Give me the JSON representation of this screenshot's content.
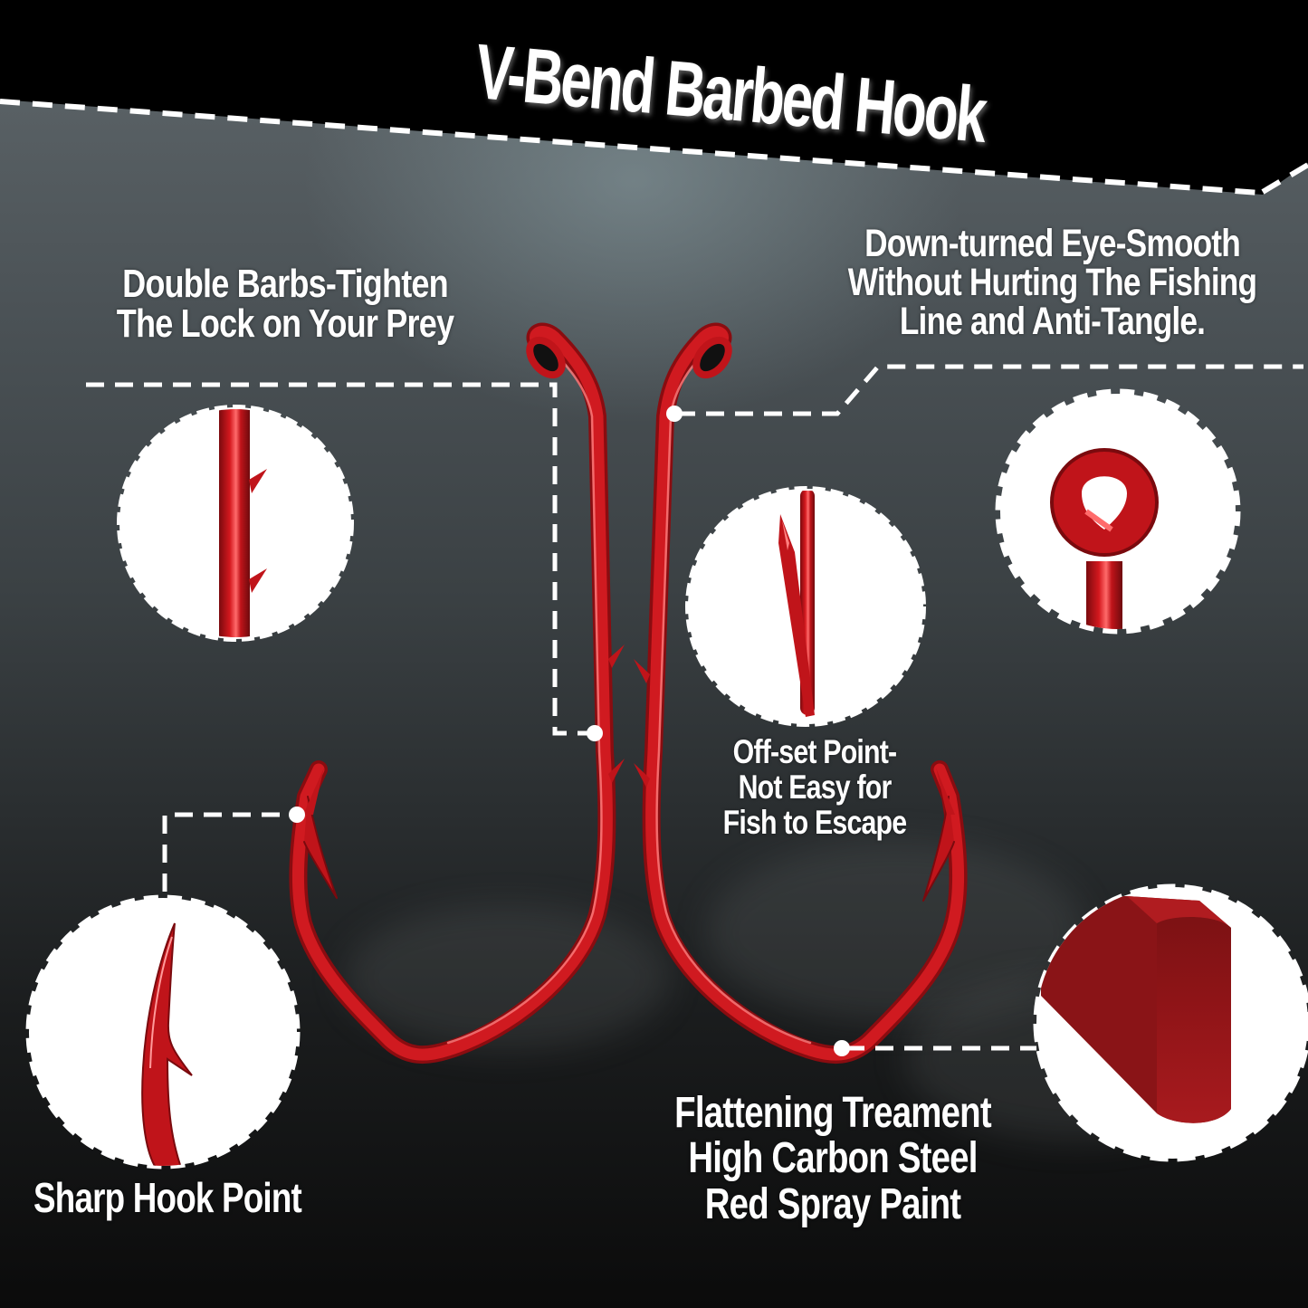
{
  "title": "V-Bend Barbed Hook",
  "callouts": {
    "double_barbs": {
      "line1": "Double Barbs-Tighten",
      "line2": "The Lock on Your Prey"
    },
    "down_turned_eye": {
      "line1": "Down-turned Eye-Smooth",
      "line2": "Without Hurting The Fishing",
      "line3": "Line and Anti-Tangle."
    },
    "offset_point": {
      "line1": "Off-set Point-",
      "line2": "Not Easy for",
      "line3": "Fish to Escape"
    },
    "sharp_point": {
      "line1": "Sharp Hook Point"
    },
    "flattening": {
      "line1": "Flattening Treament",
      "line2": "High Carbon Steel",
      "line3": "Red Spray Paint"
    }
  },
  "insets": [
    {
      "name": "double-barbs-detail",
      "depicts": "hook shank with two barbs"
    },
    {
      "name": "offset-point-detail",
      "depicts": "offset hook point"
    },
    {
      "name": "eye-detail",
      "depicts": "down-turned hook eye"
    },
    {
      "name": "sharp-point-detail",
      "depicts": "sharp barbed hook point"
    },
    {
      "name": "flattening-detail",
      "depicts": "flattened hook cross-section"
    }
  ],
  "colors": {
    "hook_red": "#c0141a",
    "hook_highlight": "#ff5a5a",
    "hook_shadow": "#6e0a0d",
    "banner": "#000000",
    "text": "#ffffff",
    "background_top": "#5f676b",
    "background_bottom": "#0b0b0b"
  }
}
